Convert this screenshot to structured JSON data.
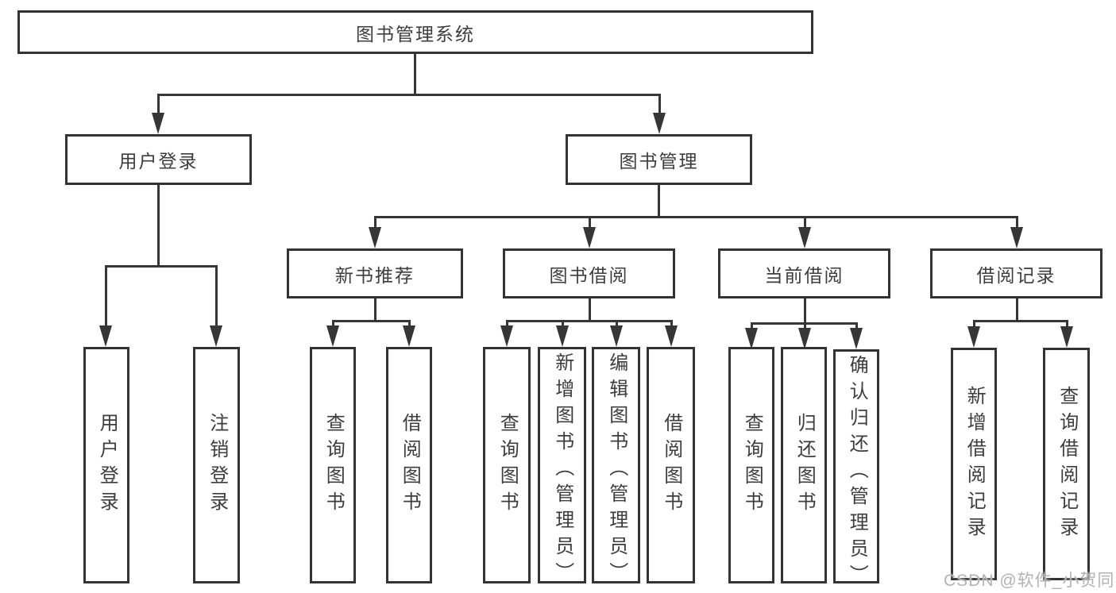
{
  "tree": {
    "label": "图书管理系统",
    "children": [
      {
        "label": "用户登录",
        "children": [
          {
            "label": "用户登录"
          },
          {
            "label": "注销登录"
          }
        ]
      },
      {
        "label": "图书管理",
        "children": [
          {
            "label": "新书推荐",
            "children": [
              {
                "label": "查询图书"
              },
              {
                "label": "借阅图书"
              }
            ]
          },
          {
            "label": "图书借阅",
            "children": [
              {
                "label": "查询图书"
              },
              {
                "label": "新增图书（管理员）"
              },
              {
                "label": "编辑图书（管理员）"
              },
              {
                "label": "借阅图书"
              }
            ]
          },
          {
            "label": "当前借阅",
            "children": [
              {
                "label": "查询图书"
              },
              {
                "label": "归还图书"
              },
              {
                "label": "确认归还（管理员）"
              }
            ]
          },
          {
            "label": "借阅记录",
            "children": [
              {
                "label": "新增借阅记录"
              },
              {
                "label": "查询借阅记录"
              }
            ]
          }
        ]
      }
    ]
  },
  "watermark": "CSDN @软件_小贺同学",
  "colors": {
    "line": "#363636",
    "border": "#333333",
    "text": "#3d3d3d",
    "watermark": "#b3b3b3"
  }
}
